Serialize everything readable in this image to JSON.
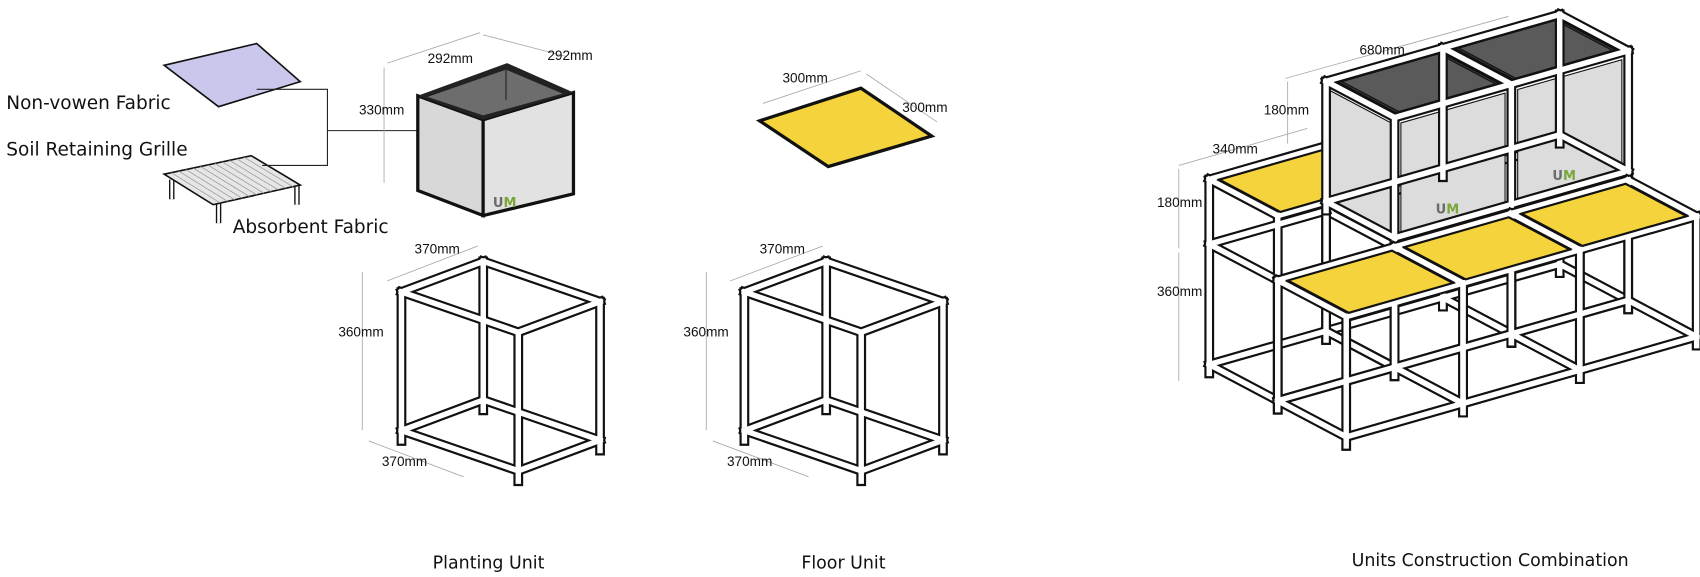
{
  "parts": {
    "non_woven_fabric": "Non-vowen Fabric",
    "soil_retaining_grille": "Soil Retaining Grille",
    "absorbent_fabric": "Absorbent Fabric"
  },
  "planting_box": {
    "width": "292mm",
    "depth": "292mm",
    "height": "330mm",
    "logo": "UM"
  },
  "floor_tile": {
    "width": "300mm",
    "depth": "300mm"
  },
  "planting_unit": {
    "title": "Planting Unit",
    "width": "370mm",
    "height": "360mm",
    "depth": "370mm"
  },
  "floor_unit": {
    "title": "Floor Unit",
    "width": "370mm",
    "height": "360mm",
    "depth": "370mm"
  },
  "combination": {
    "title": "Units Construction Combination",
    "length": "680mm",
    "box_height": "180mm",
    "step_depth": "340mm",
    "step_height": "180mm",
    "base_height": "360mm",
    "logo": "UM"
  },
  "colors": {
    "fabric": "#c9c8ec",
    "tile": "#f5d33d",
    "panel": "#dcdcdc",
    "opening": "#5a5a5a",
    "logo_u": "#6b6b6b",
    "logo_m": "#7aa63a"
  }
}
